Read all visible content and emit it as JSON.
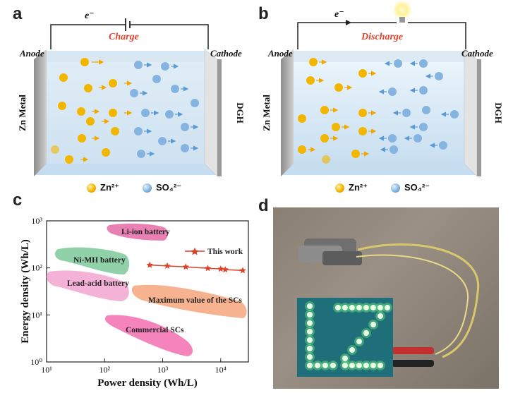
{
  "panels": {
    "a": "a",
    "b": "b",
    "c": "c",
    "d": "d"
  },
  "panel_a": {
    "electron": "e⁻",
    "mode": "Charge",
    "anode": "Anode",
    "cathode": "Cathode",
    "left_side": "Zn Metal",
    "right_side": "DGH"
  },
  "panel_b": {
    "electron": "e⁻",
    "mode": "Discharge",
    "anode": "Anode",
    "cathode": "Cathode",
    "left_side": "Zn Metal",
    "right_side": "DGH"
  },
  "legend": {
    "zn": "Zn²⁺",
    "so4": "SO₄²⁻"
  },
  "colors": {
    "mode_text": "#e0442e",
    "zn_ion": "#f2b600",
    "so4_ion": "#86b4e0",
    "series_this_work": "#d9432a",
    "li_ion": "#e46aa6",
    "ni_mh": "#7ec99a",
    "lead_acid": "#f2a6cf",
    "max_scs": "#f6a57d",
    "commercial": "#f36fb0"
  },
  "chart_data": {
    "type": "scatter",
    "xlabel": "Power density (Wh/L)",
    "ylabel": "Energy density (Wh/L)",
    "xscale": "log",
    "yscale": "log",
    "xlim": [
      10,
      30000
    ],
    "ylim": [
      1,
      1000
    ],
    "x_ticks": [
      "10¹",
      "10²",
      "10³",
      "10⁴"
    ],
    "y_ticks": [
      "10⁰",
      "10¹",
      "10²",
      "10³"
    ],
    "regions": [
      {
        "name": "Li-ion battery"
      },
      {
        "name": "Ni-MH battery"
      },
      {
        "name": "Lead-acid battery"
      },
      {
        "name": "Maximum value of the SCs"
      },
      {
        "name": "Commercial SCs"
      }
    ],
    "series": [
      {
        "name": "This work",
        "x": [
          600,
          1200,
          2500,
          6000,
          10000,
          12000,
          24000
        ],
        "y": [
          115,
          110,
          105,
          98,
          95,
          92,
          88
        ]
      }
    ],
    "legend_position": "top-right"
  }
}
